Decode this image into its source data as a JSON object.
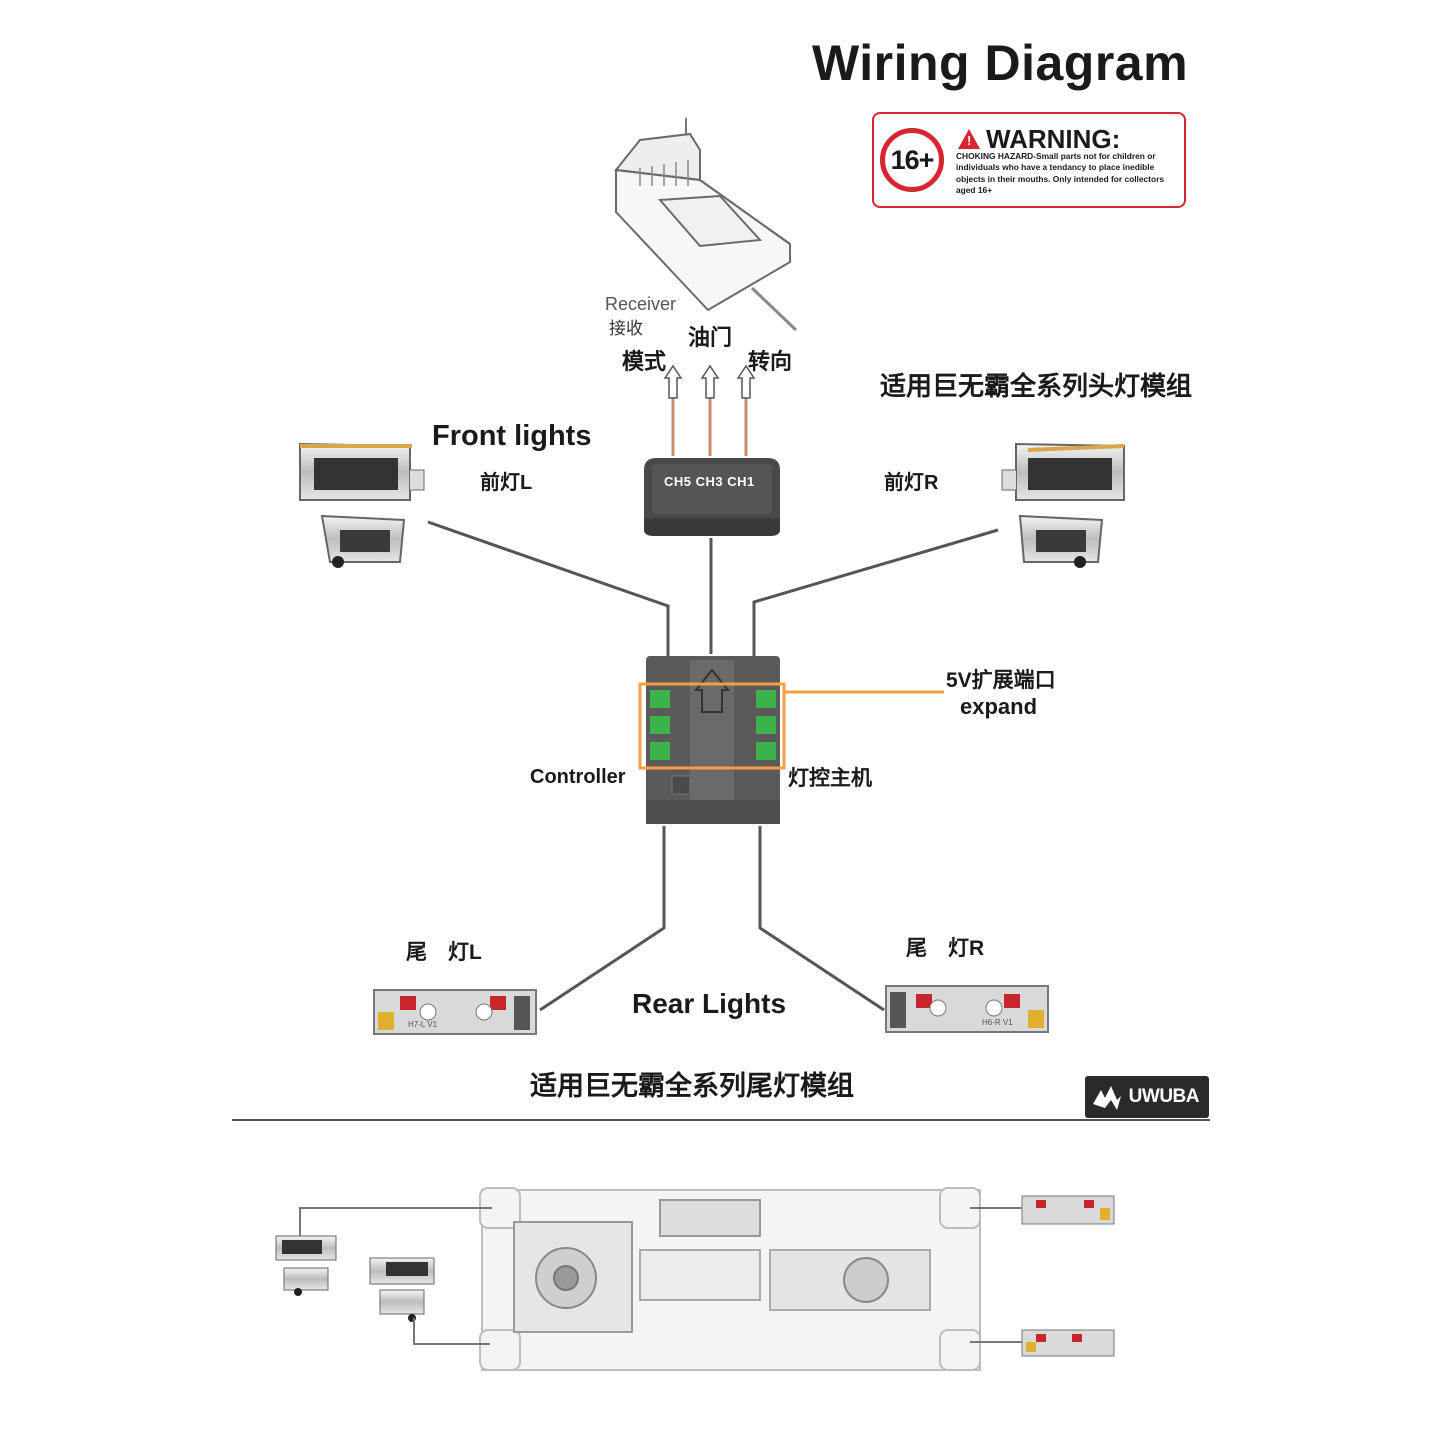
{
  "title": "Wiring Diagram",
  "warning": {
    "age_badge": "16+",
    "heading": "WARNING:",
    "text": "CHOKING HAZARD-Small parts not for children or individuals who have a tendancy to place inedible objects in their mouths. Only intended for collectors aged 16+"
  },
  "receiver": {
    "label_en": "Receiver",
    "label_cn": "接收",
    "channel_mode": "模式",
    "channel_throttle": "油门",
    "channel_steering": "转向",
    "connector_label": "CH5 CH3 CH1"
  },
  "headlight_series_note": "适用巨无霸全系列头灯模组",
  "front_lights": {
    "title": "Front lights",
    "left_label": "前灯L",
    "right_label": "前灯R"
  },
  "controller": {
    "label_en": "Controller",
    "label_cn": "灯控主机",
    "expand_cn": "5V扩展端口",
    "expand_en": "expand"
  },
  "rear_lights": {
    "title": "Rear Lights",
    "left_label": "尾　灯L",
    "right_label": "尾　灯R",
    "left_board_code": "H7-L V1",
    "right_board_code": "H6-R V1"
  },
  "taillight_series_note": "适用巨无霸全系列尾灯模组",
  "brand": "UWUBA",
  "colors": {
    "warning_red": "#d9252f",
    "expand_orange": "#f0a040",
    "connector_green": "#3cb34a",
    "module_gray": "#5a5a5a",
    "wire_copper": "#c98f6f"
  }
}
